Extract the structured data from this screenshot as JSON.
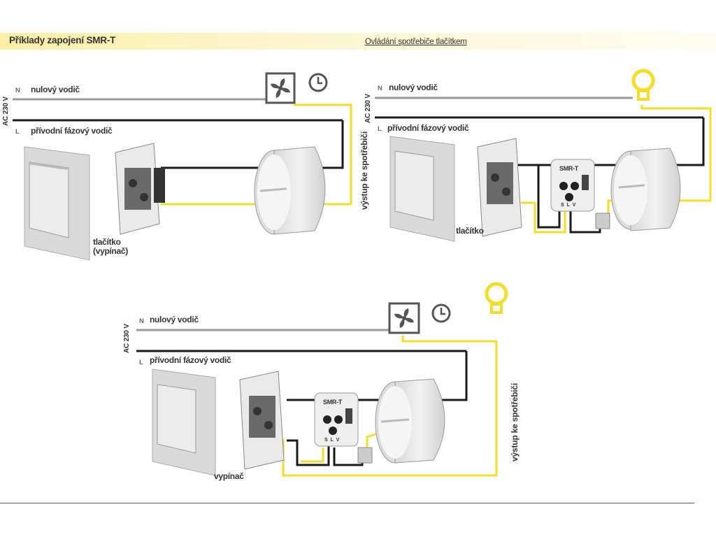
{
  "header": {
    "title": "Příklady zapojení SMR-T"
  },
  "section_title": "Ovládání spotřebiče tlačítkem",
  "diagrams": [
    {
      "voltage": "AC 230 V",
      "neutral_mark": "N",
      "neutral_label": "nulový vodič",
      "phase_mark": "L",
      "phase_label": "přívodní fázový vodič",
      "switch_label": "tlačítko\n(vypínač)"
    },
    {
      "voltage": "AC 230 V",
      "neutral_mark": "N",
      "neutral_label": "nulový vodič",
      "phase_mark": "L",
      "phase_label": "přívodní fázový vodič",
      "switch_label": "tlačítko",
      "output_label": "výstup ke spotřebiči",
      "module_label": "SMR-T",
      "terminals": "S L V"
    },
    {
      "voltage": "AC 230 V",
      "neutral_mark": "N",
      "neutral_label": "nulový vodič",
      "phase_mark": "L",
      "phase_label": "přívodní fázový vodič",
      "switch_label": "vypínač",
      "output_label": "výstup ke spotřebiči",
      "module_label": "SMR-T",
      "terminals": "S L V"
    }
  ],
  "icons": [
    "fan-icon",
    "timer-icon",
    "bulb-icon"
  ],
  "colors": {
    "neutral": "#9a9a9a",
    "phase": "#1a1a1a",
    "output": "#f4dd2a",
    "accent": "#fbeea6"
  }
}
